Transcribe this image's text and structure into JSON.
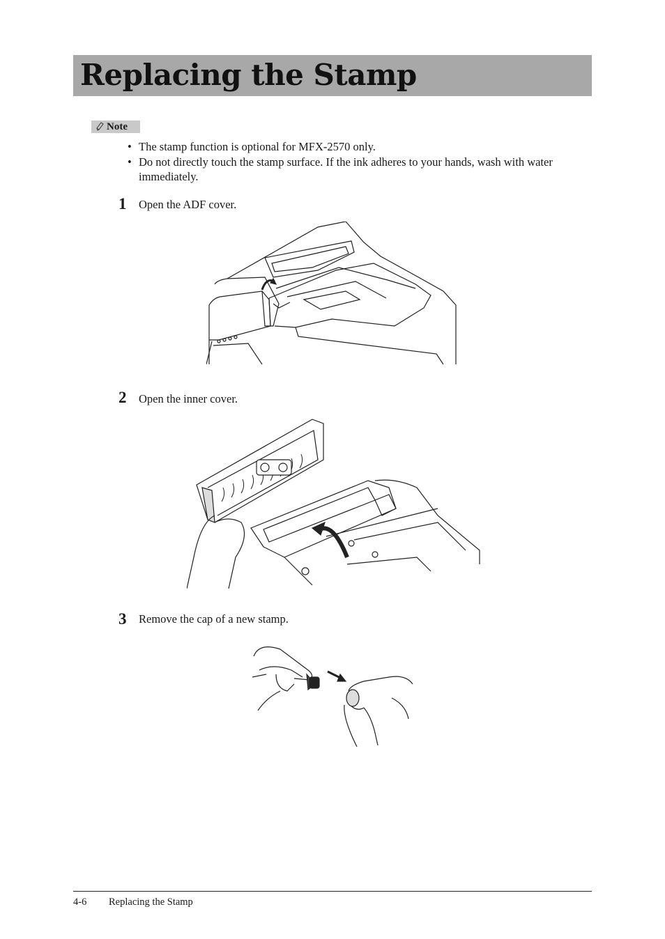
{
  "page": {
    "title": "Replacing the Stamp",
    "note_label": "Note",
    "notes": [
      "The stamp function is optional for MFX-2570 only.",
      "Do not directly touch the stamp surface. If the ink adheres to your hands, wash with water immediately."
    ],
    "steps": [
      {
        "number": "1",
        "text": "Open the ADF cover."
      },
      {
        "number": "2",
        "text": "Open the inner cover."
      },
      {
        "number": "3",
        "text": "Remove the cap of a new stamp."
      }
    ]
  },
  "footer": {
    "page_number": "4-6",
    "section": "Replacing the Stamp"
  },
  "icons": {
    "note": "pencil-icon"
  }
}
